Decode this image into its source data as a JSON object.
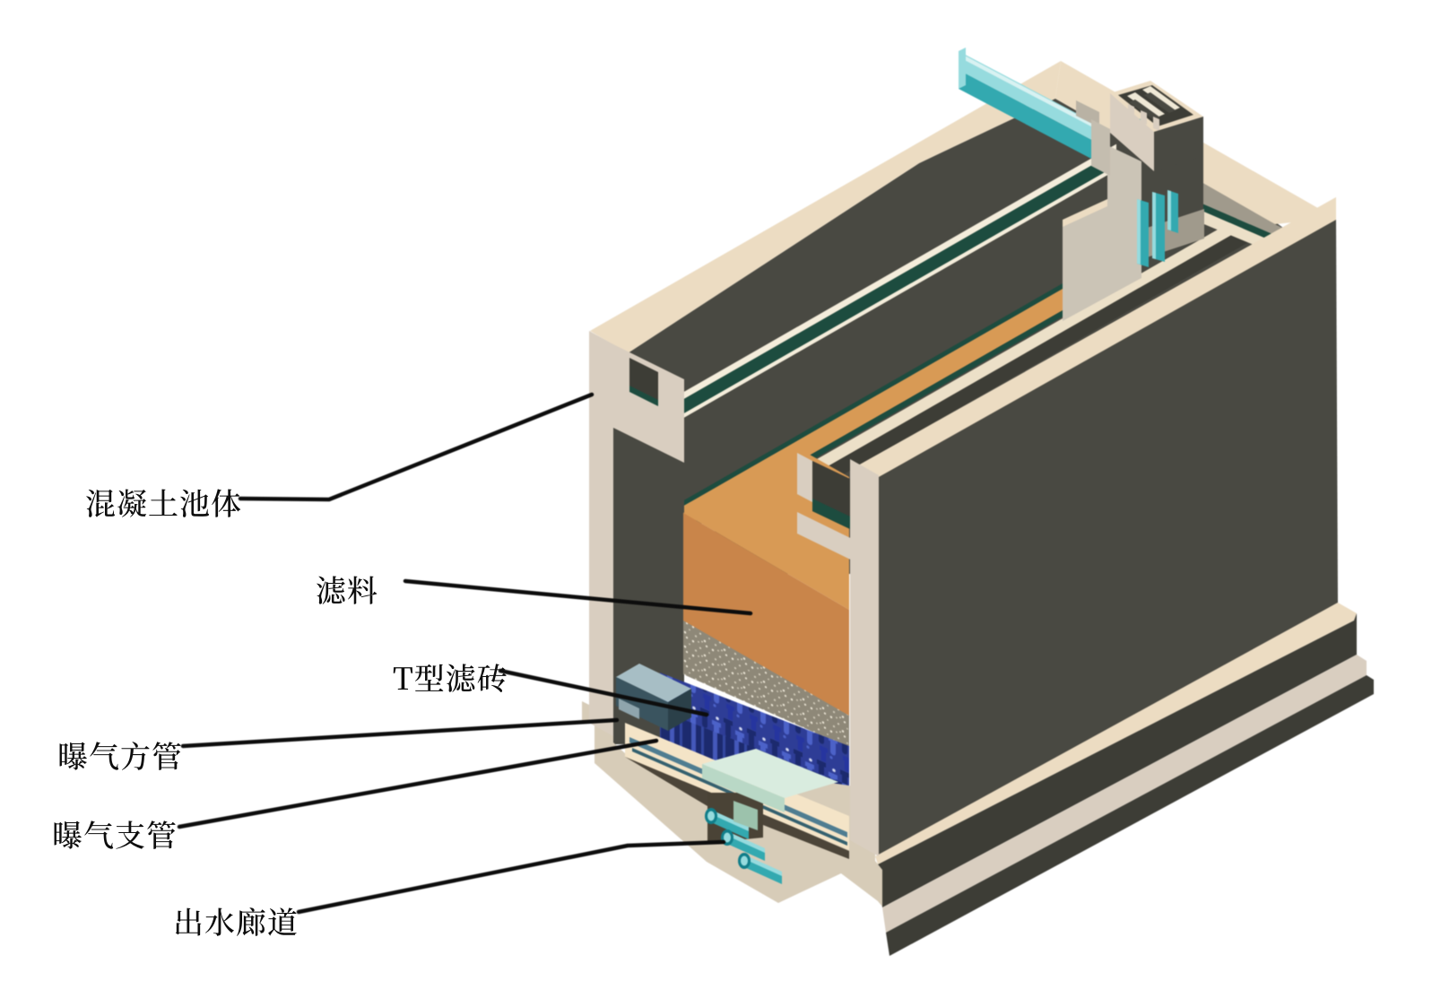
{
  "figure": {
    "type": "3d-cutaway-diagram",
    "subject": "曝气生物滤池剖面示意 (biological aerated filter cutaway)",
    "background": "#ffffff"
  },
  "labels": {
    "concrete_tank_body": "混凝土池体",
    "filter_media": "滤料",
    "t_type_filter_brick": "T型滤砖",
    "aeration_square_pipe": "曝气方管",
    "aeration_branch_pipe": "曝气支管",
    "outlet_corridor": "出水廊道"
  },
  "label_list": [
    {
      "text": "混凝土池体",
      "target": "concrete tank body"
    },
    {
      "text": "滤料",
      "target": "filter media"
    },
    {
      "text": "T型滤砖",
      "target": "T-type filter brick"
    },
    {
      "text": "曝气方管",
      "target": "aeration square pipe"
    },
    {
      "text": "曝气支管",
      "target": "aeration branch pipe"
    },
    {
      "text": "出水廊道",
      "target": "outlet water corridor"
    }
  ],
  "colors": {
    "concrete_light": "#ecdcc2",
    "concrete_dark": "#494942",
    "media_orange": "#c9854a",
    "nozzle_blue": "#2e3d96",
    "pipe_cyan": "#33a9b0",
    "label_color": "#0d0d0d"
  }
}
